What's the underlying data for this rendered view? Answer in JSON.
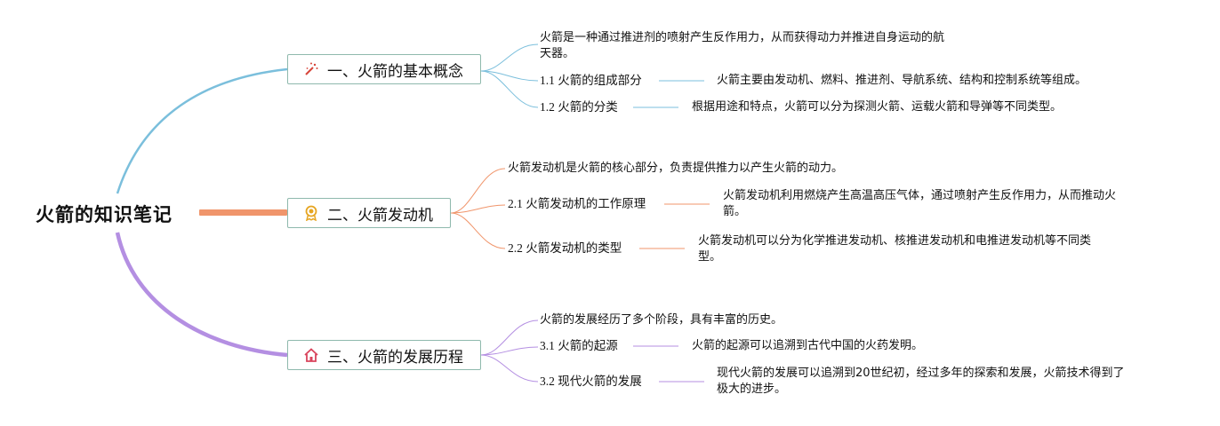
{
  "root": {
    "title": "火箭的知识笔记"
  },
  "colors": {
    "branch1": "#7bbfdc",
    "branch2": "#f0956b",
    "branch3": "#b48fe2",
    "border": "#8fb9ad"
  },
  "branches": [
    {
      "label": "一、火箭的基本概念",
      "icon": "magic-wand-icon",
      "summary_lines": [
        "火箭是一种通过推进剂的喷射产生反作用力，从而获得动力并推进自身运动的航",
        "天器。"
      ],
      "subs": [
        {
          "label": "1.1 火箭的组成部分",
          "detail_lines": [
            "火箭主要由发动机、燃料、推进剂、导航系统、结构和控制系统等组成。"
          ]
        },
        {
          "label": "1.2 火箭的分类",
          "detail_lines": [
            "根据用途和特点，火箭可以分为探测火箭、运载火箭和导弹等不同类型。"
          ]
        }
      ]
    },
    {
      "label": "二、火箭发动机",
      "icon": "award-badge-icon",
      "summary_lines": [
        "火箭发动机是火箭的核心部分，负责提供推力以产生火箭的动力。"
      ],
      "subs": [
        {
          "label": "2.1 火箭发动机的工作原理",
          "detail_lines": [
            "火箭发动机利用燃烧产生高温高压气体，通过喷射产生反作用力，从而推动火",
            "箭。"
          ]
        },
        {
          "label": "2.2 火箭发动机的类型",
          "detail_lines": [
            "火箭发动机可以分为化学推进发动机、核推进发动机和电推进发动机等不同类",
            "型。"
          ]
        }
      ]
    },
    {
      "label": "三、火箭的发展历程",
      "icon": "home-icon",
      "summary_lines": [
        "火箭的发展经历了多个阶段，具有丰富的历史。"
      ],
      "subs": [
        {
          "label": "3.1 火箭的起源",
          "detail_lines": [
            "火箭的起源可以追溯到古代中国的火药发明。"
          ]
        },
        {
          "label": "3.2 现代火箭的发展",
          "detail_lines": [
            "现代火箭的发展可以追溯到20世纪初，经过多年的探索和发展，火箭技术得到了",
            "极大的进步。"
          ]
        }
      ]
    }
  ]
}
